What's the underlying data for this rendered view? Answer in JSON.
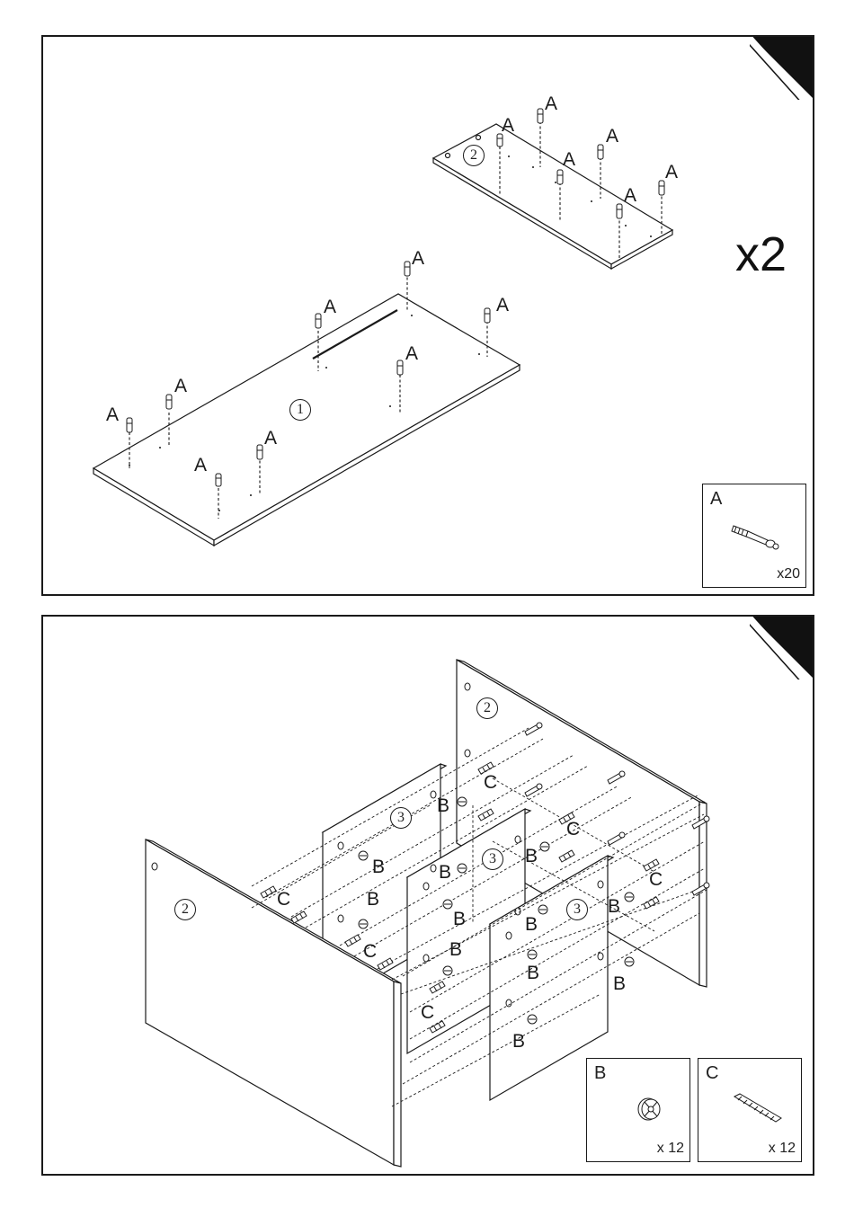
{
  "step1": {
    "multiplier": "x2",
    "part_top_panel": "1",
    "part_side_panel": "2",
    "dowel_label": "A",
    "legend": {
      "letter": "A",
      "quantity": "x20",
      "icon": "cam-bolt-icon"
    }
  },
  "step2": {
    "part_side_panel": "2",
    "part_shelf": "3",
    "cam_label": "B",
    "dowel_label": "C",
    "legend_b": {
      "letter": "B",
      "quantity": "x 12",
      "icon": "cam-lock-icon"
    },
    "legend_c": {
      "letter": "C",
      "quantity": "x 12",
      "icon": "wood-dowel-icon"
    }
  },
  "colors": {
    "line": "#1a1a1a",
    "corner": "#111111",
    "paper": "#ffffff"
  }
}
